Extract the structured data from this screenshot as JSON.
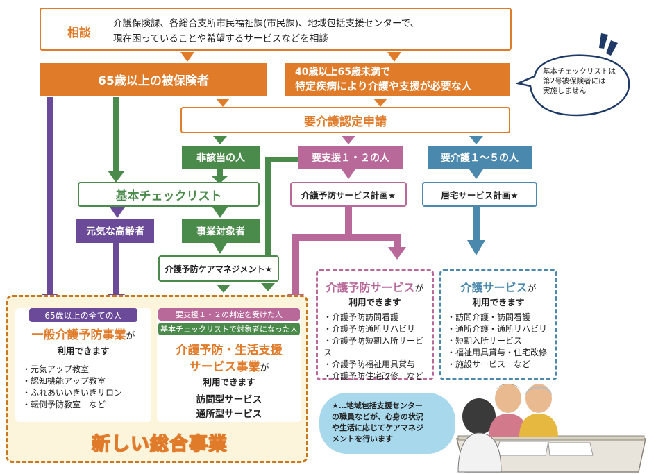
{
  "consult": {
    "label": "相談",
    "text_line1": "介護保険課、各総合支所市民福祉課(市民課)、地域包括支援センターで、",
    "text_line2": "現在困っていることや希望するサービスなどを相談"
  },
  "over65": "65歳以上の被保険者",
  "age40_line1": "40歳以上65歳未満で",
  "age40_line2": "特定疾病により介護や支援が必要な人",
  "bubble_line1": "基本チェックリストは",
  "bubble_line2": "第2号被保険者には",
  "bubble_line3": "実施しません",
  "certification": "要介護認定申請",
  "not_applicable": "非該当の人",
  "support12": "要支援１・２の人",
  "care15": "要介護１～５の人",
  "checklist": "基本チェックリスト",
  "prevention_plan": "介護予防サービス計画★",
  "home_plan": "居宅サービス計画★",
  "healthy_elderly": "元気な高齢者",
  "target_person": "事業対象者",
  "care_mgmt": "介護予防ケアマネジメント★",
  "prevention_service": {
    "title": "介護予防サービス",
    "ga": "が",
    "sub": "利用できます",
    "items": [
      "介護予防訪問看護",
      "介護予防通所リハビリ",
      "介護予防短期入所サービス",
      "介護予防福祉用具貸与",
      "介護予防住宅改修　など"
    ]
  },
  "care_service": {
    "title": "介護サービス",
    "ga": "が",
    "sub": "利用できます",
    "items": [
      "訪問介護・訪問看護",
      "通所介護・通所リハビリ",
      "短期入所サービス",
      "福祉用具貸与・住宅改修",
      "施設サービス　など"
    ]
  },
  "general": {
    "badge": "65歳以上の全ての人",
    "title": "一般介護予防事業",
    "ga": "が",
    "sub": "利用できます",
    "items": [
      "元気アップ教室",
      "認知機能アップ教室",
      "ふれあいいきいきサロン",
      "転倒予防教室　など"
    ]
  },
  "life_support": {
    "badge1": "要支援１・２の判定を受けた人",
    "badge2": "基本チェックリストで対象者になった人",
    "title_line1": "介護予防・生活支援",
    "title_line2": "サービス事業",
    "ga": "が",
    "sub": "利用できます",
    "item1": "訪問型サービス",
    "item2": "通所型サービス"
  },
  "new_program": "新しい総合事業",
  "note_line1": "★…地域包括支援センター",
  "note_line2": "の職員などが、心身の状況",
  "note_line3": "や生活に応じてケアマネジ",
  "note_line4": "メントを行います",
  "colors": {
    "orange": "#e07b2a",
    "green": "#4a8a4a",
    "pink": "#b8699a",
    "blue": "#4a88ad",
    "purple": "#6a4a99",
    "cream": "#fdf4dc"
  }
}
